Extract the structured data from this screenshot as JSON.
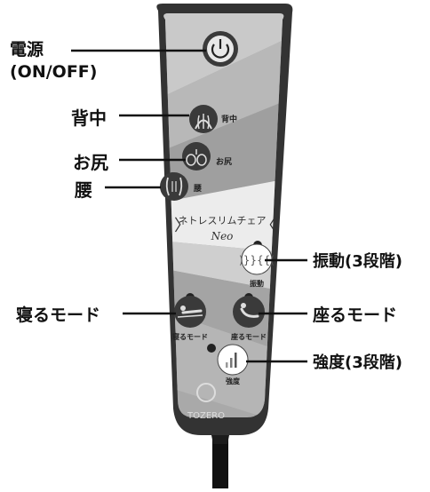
{
  "remote": {
    "product_name": "ネトレスリムチェア",
    "product_sub": "Neo",
    "brand": "TOZERO"
  },
  "buttons": {
    "power": {
      "icon": "power-icon"
    },
    "back": {
      "label": "背中",
      "icon": "back-massage-icon"
    },
    "hip": {
      "label": "お尻",
      "icon": "hip-massage-icon"
    },
    "waist": {
      "label": "腰",
      "icon": "waist-massage-icon"
    },
    "vibration": {
      "label": "振動",
      "icon": "vibration-icon"
    },
    "lie_mode": {
      "label": "寝るモード",
      "icon": "lie-mode-icon"
    },
    "sit_mode": {
      "label": "座るモード",
      "icon": "sit-mode-icon"
    },
    "intensity": {
      "label": "強度",
      "icon": "intensity-bars-icon"
    }
  },
  "callouts": {
    "power_line1": "電源",
    "power_line2": "(ON/OFF)",
    "back": "背中",
    "hip": "お尻",
    "waist": "腰",
    "vibration": "振動(3段階)",
    "lie_mode": "寝るモード",
    "sit_mode": "座るモード",
    "intensity": "強度(3段階)"
  },
  "colors": {
    "body_dark": "#333333",
    "panel_light": "#c9c9c9",
    "panel_mid": "#a9a9a9",
    "panel_white": "#ececec",
    "button_fill": "#3a3a3a",
    "button_light": "#e8e8e8"
  }
}
